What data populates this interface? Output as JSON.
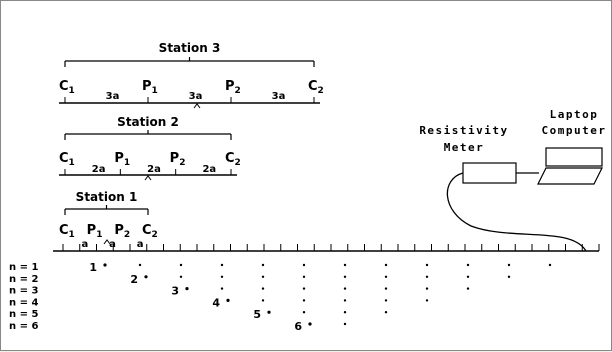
{
  "stations": [
    {
      "title": "Station 3",
      "electrodes": [
        {
          "main": "C",
          "sub": "1"
        },
        {
          "main": "P",
          "sub": "1"
        },
        {
          "main": "P",
          "sub": "2"
        },
        {
          "main": "C",
          "sub": "2"
        }
      ],
      "spacings": [
        "3a",
        "3a",
        "3a"
      ]
    },
    {
      "title": "Station 2",
      "electrodes": [
        {
          "main": "C",
          "sub": "1"
        },
        {
          "main": "P",
          "sub": "1"
        },
        {
          "main": "P",
          "sub": "2"
        },
        {
          "main": "C",
          "sub": "2"
        }
      ],
      "spacings": [
        "2a",
        "2a",
        "2a"
      ]
    },
    {
      "title": "Station 1",
      "electrodes": [
        {
          "main": "C",
          "sub": "1"
        },
        {
          "main": "P",
          "sub": "1"
        },
        {
          "main": "P",
          "sub": "2"
        },
        {
          "main": "C",
          "sub": "2"
        }
      ],
      "spacings": [
        "a",
        "a",
        "a"
      ]
    }
  ],
  "equipment": {
    "meter_line1": "Resistivity",
    "meter_line2": "Meter",
    "laptop_line1": "Laptop",
    "laptop_line2": "Computer"
  },
  "levels": [
    {
      "label": "n = 1",
      "marker": "1",
      "count": 12
    },
    {
      "label": "n = 2",
      "marker": "2",
      "count": 10
    },
    {
      "label": "n = 3",
      "marker": "3",
      "count": 8
    },
    {
      "label": "n = 4",
      "marker": "4",
      "count": 6
    },
    {
      "label": "n = 5",
      "marker": "5",
      "count": 4
    },
    {
      "label": "n = 6",
      "marker": "6",
      "count": 2
    }
  ]
}
